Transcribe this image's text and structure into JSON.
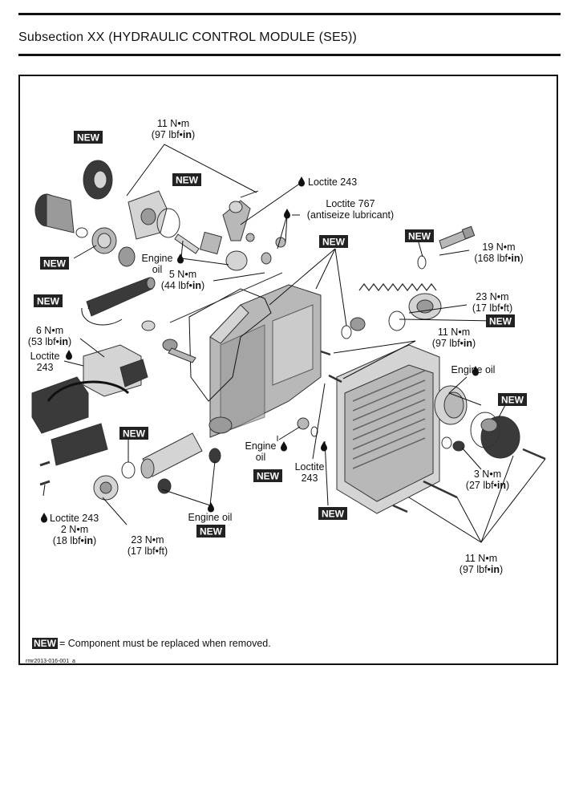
{
  "header": {
    "title": "Subsection XX (HYDRAULIC CONTROL MODULE (SE5))"
  },
  "badge": {
    "text": "NEW",
    "color": "#222222"
  },
  "labels": {
    "torque_11nm_top": "11 N•m",
    "torque_97in_top_pre": "(97 lbf•",
    "torque_97in_top_in": "in",
    "torque_97in_top_post": ")",
    "loctite_243_top": "Loctite 243",
    "loctite_767": "Loctite 767",
    "antiseize": "(antiseize lubricant)",
    "engine_oil_a_1": "Engine",
    "engine_oil_a_2": "oil",
    "torque_5nm": "5 N•m",
    "torque_44in_pre": "(44 lbf•",
    "torque_44in_in": "in",
    "torque_44in_post": ")",
    "torque_19nm": "19 N•m",
    "torque_168in_pre": "(168 lbf•",
    "torque_168in_in": "in",
    "torque_168in_post": ")",
    "torque_23nm_right": "23 N•m",
    "torque_17ft_right": "(17 lbf•ft)",
    "torque_11nm_mid": "11 N•m",
    "torque_97in_mid_pre": "(97 lbf•",
    "torque_97in_mid_in": "in",
    "torque_97in_mid_post": ")",
    "torque_6nm": "6 N•m",
    "torque_53in_pre": "(53 lbf•",
    "torque_53in_in": "in",
    "torque_53in_post": ")",
    "loctite_left_1": "Loctite",
    "loctite_left_2": "243",
    "engine_oil_right": "Engine oil",
    "engine_oil_b_1": "Engine",
    "engine_oil_b_2": "oil",
    "loctite_mid_1": "Loctite",
    "loctite_mid_2": "243",
    "torque_3nm": "3 N•m",
    "torque_27in_pre": "(27 lbf•",
    "torque_27in_in": "in",
    "torque_27in_post": ")",
    "loctite_243_bottom": "Loctite 243",
    "torque_2nm": "2 N•m",
    "torque_18in_pre": "(18 lbf•",
    "torque_18in_in": "in",
    "torque_18in_post": ")",
    "torque_23nm_bottom": "23 N•m",
    "torque_17ft_bottom": "(17 lbf•ft)",
    "engine_oil_bottom": "Engine oil",
    "torque_11nm_bottom": "11 N•m",
    "torque_97in_bottom_pre": "(97 lbf•",
    "torque_97in_bottom_in": "in",
    "torque_97in_bottom_post": ")"
  },
  "legend": {
    "text": "= Component must be replaced when removed."
  },
  "figure_id": "rmr2013-016-001_a"
}
